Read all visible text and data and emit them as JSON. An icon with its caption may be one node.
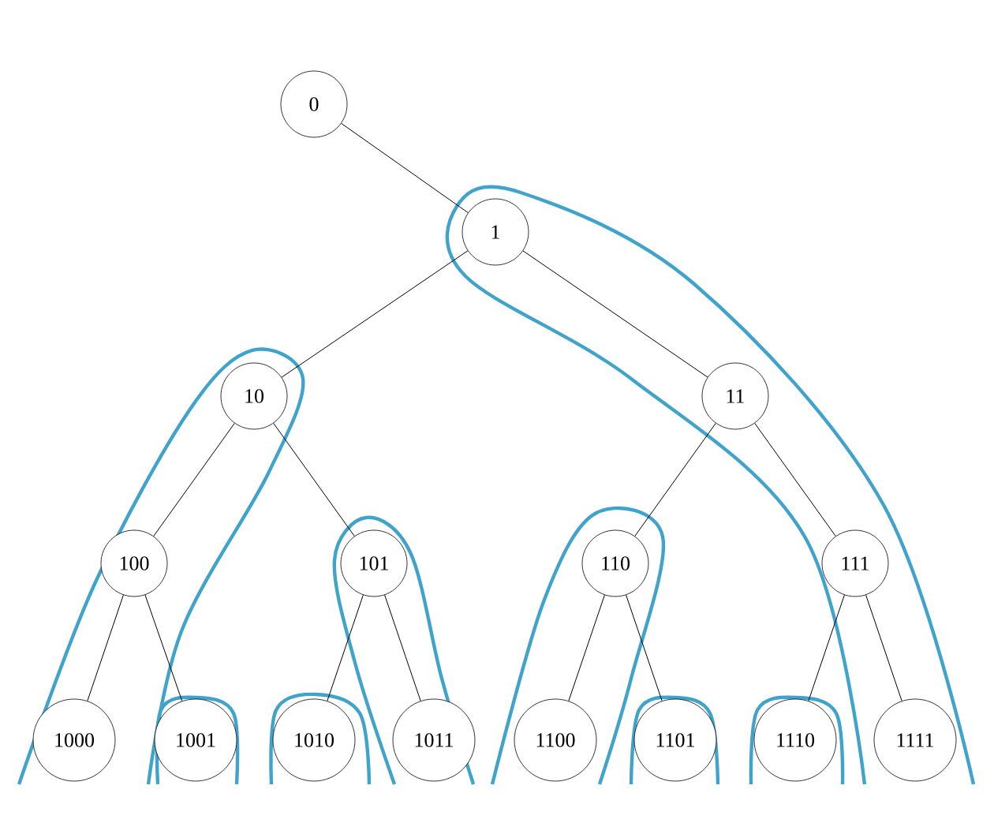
{
  "diagram": {
    "nodes": [
      {
        "text": [
          "0"
        ]
      },
      {
        "text": [
          "1"
        ]
      },
      {
        "text": [
          "10"
        ]
      },
      {
        "text": [
          "11"
        ]
      },
      {
        "text": [
          "100"
        ]
      },
      {
        "text": [
          "101"
        ]
      },
      {
        "text": [
          "110"
        ]
      },
      {
        "text": [
          "111"
        ]
      },
      {
        "text": [
          "1000"
        ]
      },
      {
        "text": [
          "1001"
        ]
      },
      {
        "text": [
          "1010"
        ]
      },
      {
        "text": [
          "1011"
        ]
      },
      {
        "text": [
          "1100"
        ]
      },
      {
        "text": [
          "1101"
        ]
      },
      {
        "text": [
          "1110"
        ]
      },
      {
        "text": [
          "1111"
        ]
      }
    ],
    "edges": [
      {
        "from": 0,
        "to": 1,
        "arrow": "none"
      },
      {
        "from": 1,
        "to": 2,
        "arrow": "none"
      },
      {
        "from": 1,
        "to": 3,
        "arrow": "none"
      },
      {
        "from": 2,
        "to": 4,
        "arrow": "none"
      },
      {
        "from": 2,
        "to": 5,
        "arrow": "none"
      },
      {
        "from": 3,
        "to": 6,
        "arrow": "none"
      },
      {
        "from": 3,
        "to": 7,
        "arrow": "none"
      },
      {
        "from": 4,
        "to": 8,
        "arrow": "none"
      },
      {
        "from": 4,
        "to": 9,
        "arrow": "none"
      },
      {
        "from": 5,
        "to": 10,
        "arrow": "none"
      },
      {
        "from": 5,
        "to": 11,
        "arrow": "none"
      },
      {
        "from": 6,
        "to": 12,
        "arrow": "none"
      },
      {
        "from": 6,
        "to": 13,
        "arrow": "none"
      },
      {
        "from": 7,
        "to": 14,
        "arrow": "none"
      },
      {
        "from": 7,
        "to": 15,
        "arrow": "none"
      }
    ]
  }
}
